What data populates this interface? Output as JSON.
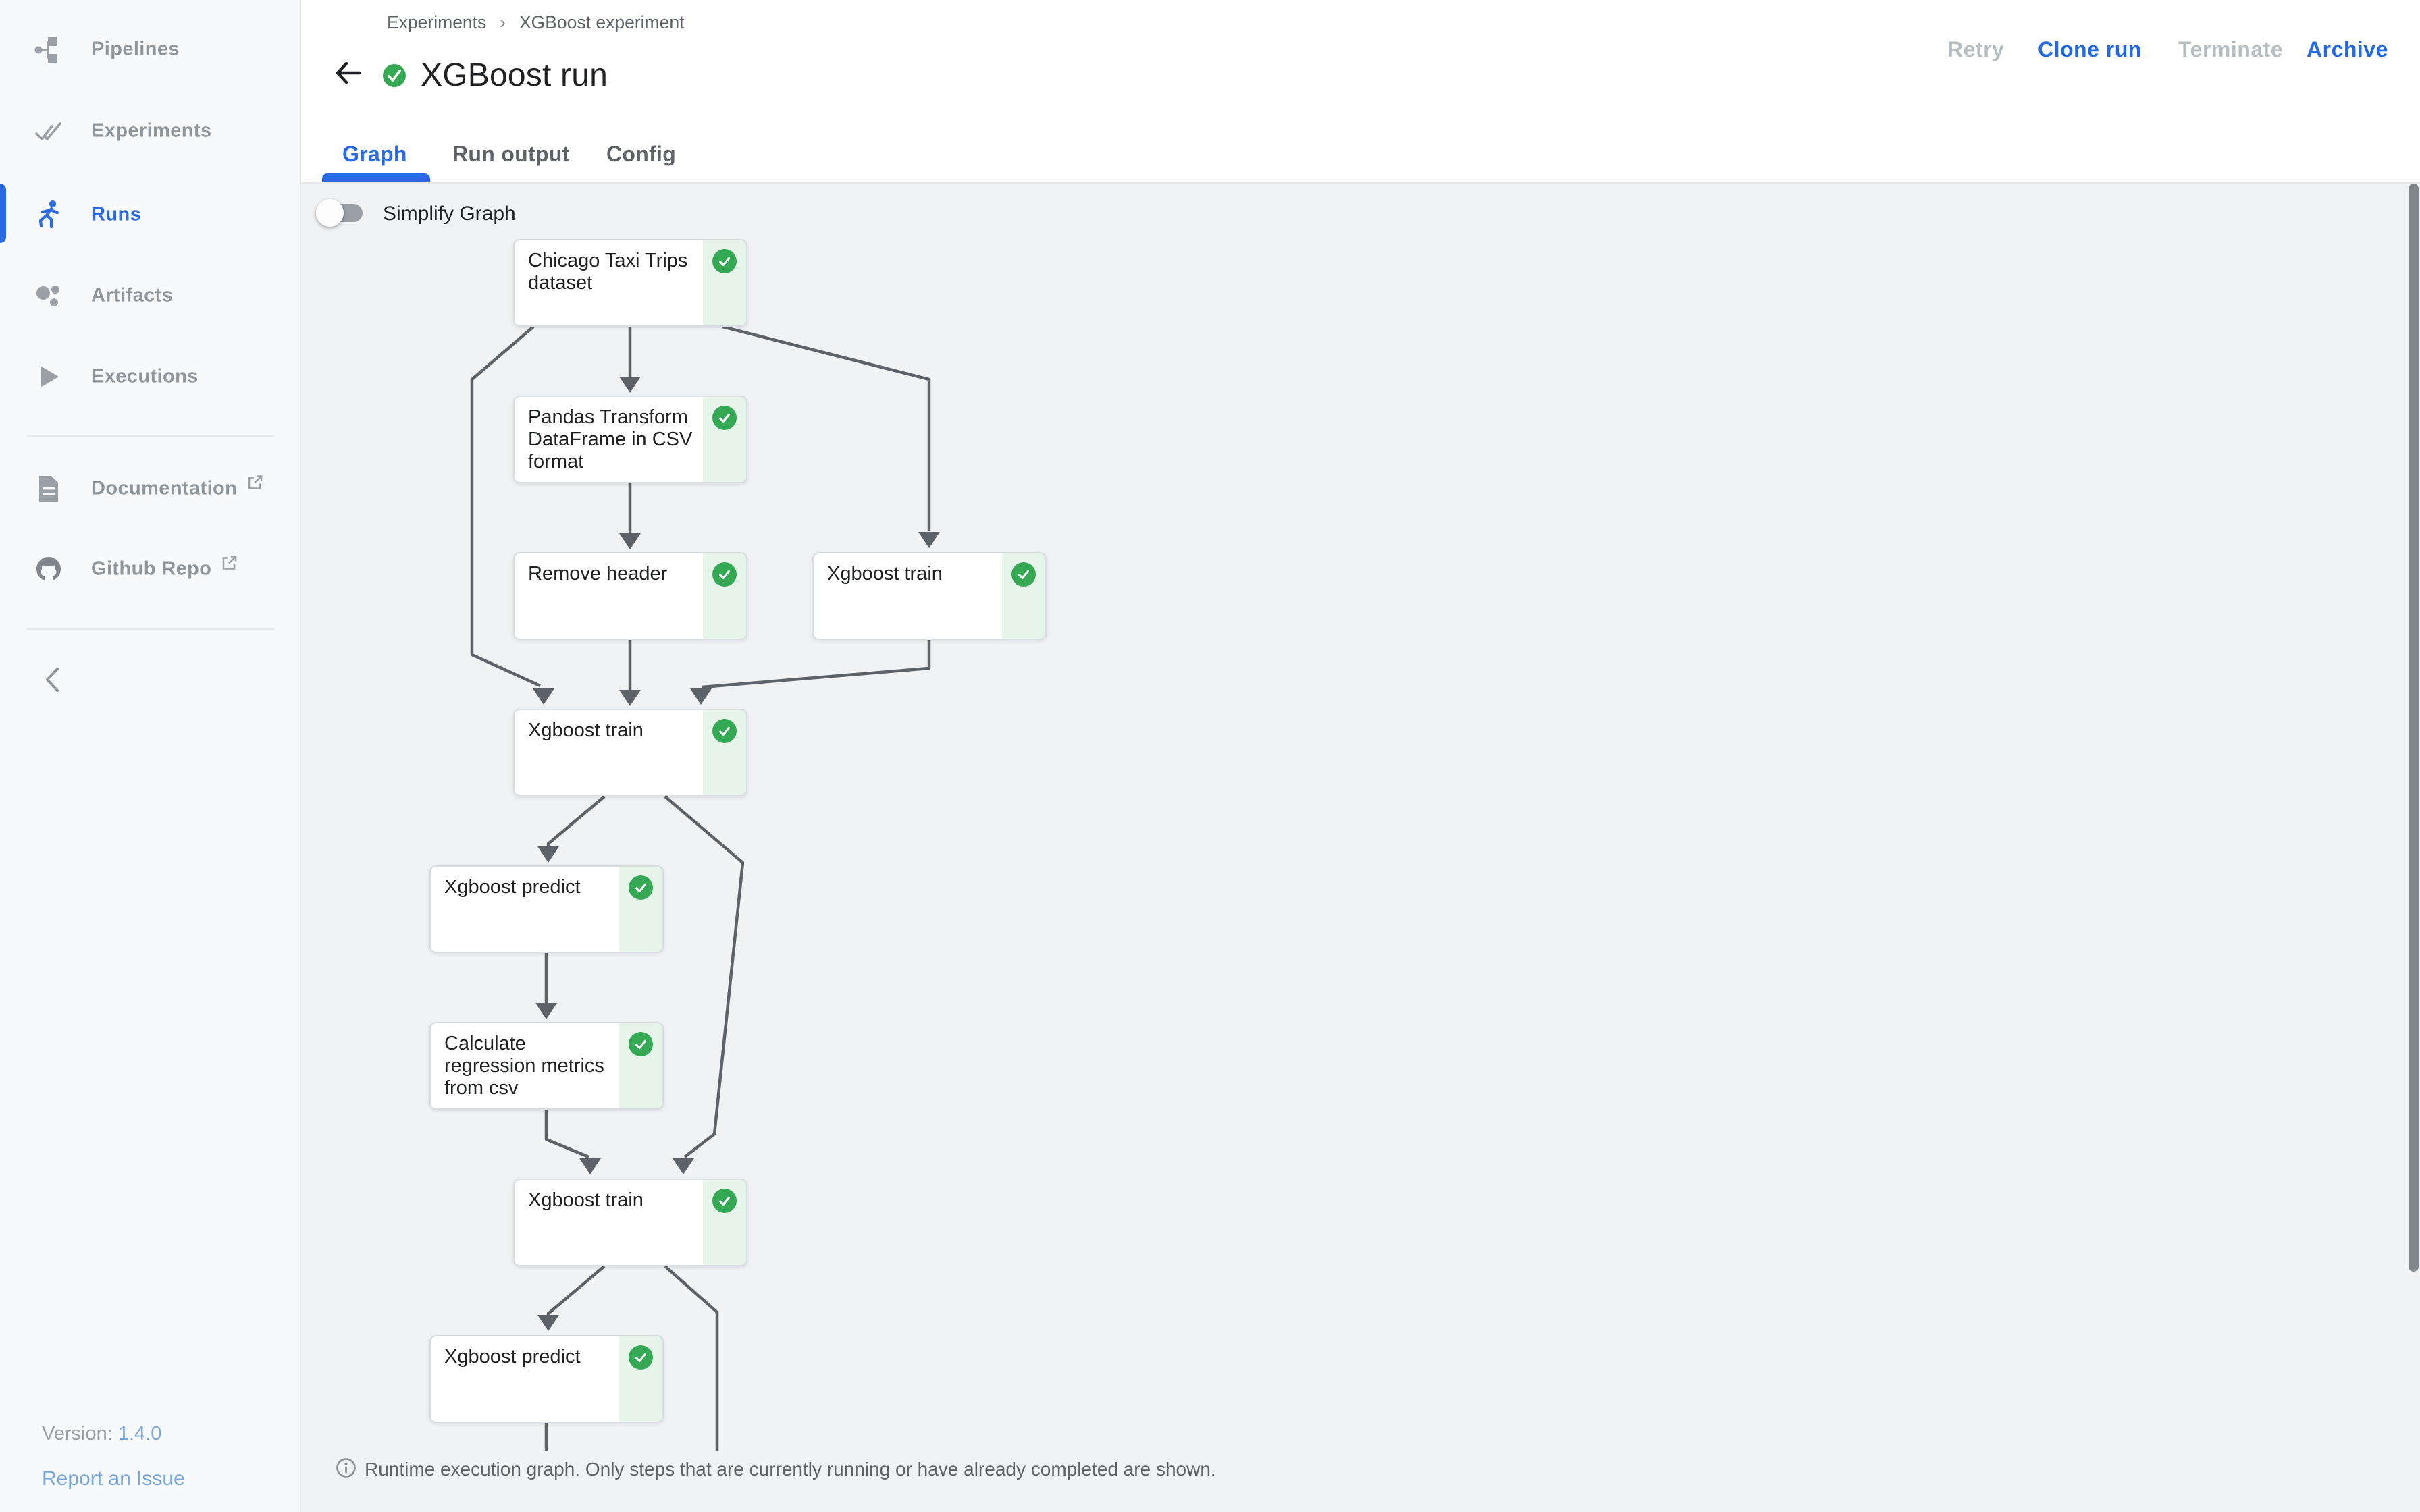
{
  "sidebar": {
    "items": [
      {
        "label": "Pipelines",
        "icon": "pipelines-icon",
        "active": false
      },
      {
        "label": "Experiments",
        "icon": "experiments-icon",
        "active": false
      },
      {
        "label": "Runs",
        "icon": "runs-icon",
        "active": true
      },
      {
        "label": "Artifacts",
        "icon": "artifacts-icon",
        "active": false
      },
      {
        "label": "Executions",
        "icon": "executions-icon",
        "active": false
      }
    ],
    "links": [
      {
        "label": "Documentation",
        "icon": "document-icon",
        "external": true
      },
      {
        "label": "Github Repo",
        "icon": "github-icon",
        "external": true
      }
    ],
    "version_label": "Version:",
    "version": "1.4.0",
    "report_issue": "Report an Issue"
  },
  "header": {
    "breadcrumbs": [
      "Experiments",
      "XGBoost experiment"
    ],
    "title": "XGBoost run",
    "run_status": "Succeeded",
    "actions": [
      {
        "label": "Retry",
        "enabled": false
      },
      {
        "label": "Clone run",
        "enabled": true
      },
      {
        "label": "Terminate",
        "enabled": false
      },
      {
        "label": "Archive",
        "enabled": true
      }
    ]
  },
  "tabs": [
    {
      "label": "Graph",
      "active": true
    },
    {
      "label": "Run output",
      "active": false
    },
    {
      "label": "Config",
      "active": false
    }
  ],
  "graph": {
    "simplify_toggle": {
      "label": "Simplify Graph",
      "state": "off"
    },
    "nodes": [
      {
        "label": "Chicago Taxi Trips\ndataset",
        "status": "Succeeded"
      },
      {
        "label": "Pandas Transform\nDataFrame in CSV\nformat",
        "status": "Succeeded"
      },
      {
        "label": "Remove header",
        "status": "Succeeded"
      },
      {
        "label": "Xgboost train",
        "status": "Succeeded"
      },
      {
        "label": "Xgboost train",
        "status": "Succeeded"
      },
      {
        "label": "Xgboost predict",
        "status": "Succeeded"
      },
      {
        "label": "Calculate\nregression metrics\nfrom csv",
        "status": "Succeeded"
      },
      {
        "label": "Xgboost train",
        "status": "Succeeded"
      },
      {
        "label": "Xgboost predict",
        "status": "Succeeded"
      }
    ],
    "footer_note": "Runtime execution graph. Only steps that are currently running or have already completed are shown."
  },
  "colors": {
    "accent_blue": "#2a6ae4",
    "button_blue": "#2368e4",
    "link_light_blue": "#7aa6d9",
    "success_green": "#34a853",
    "success_strip": "#e6f4ea",
    "edge_grey": "#5c6267",
    "graph_bg": "#f1f2f4",
    "sidebar_bg": "#f8f9fa",
    "disabled_grey": "#b7bcc0"
  }
}
